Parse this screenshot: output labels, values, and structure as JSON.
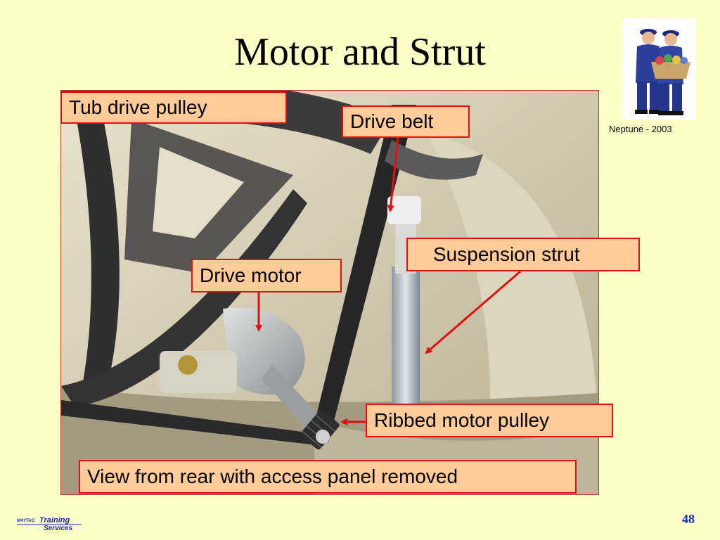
{
  "slide": {
    "title": "Motor and Strut",
    "caption": "Neptune - 2003",
    "page_number": "48"
  },
  "labels": {
    "tub_drive_pulley": "Tub drive pulley",
    "drive_belt": "Drive belt",
    "suspension_strut": "Suspension strut",
    "drive_motor": "Drive motor",
    "ribbed_motor_pulley": "Ribbed motor pulley",
    "view_note": "View from rear with access panel removed"
  },
  "footer": {
    "logo_brand": "MAYTAG",
    "logo_text_1": "Training",
    "logo_text_2": "Services"
  },
  "colors": {
    "background": "#fdfdc8",
    "label_fill": "#ffcc99",
    "label_border": "#e01010",
    "arrow": "#e01010",
    "page_number": "#1a2db8"
  }
}
